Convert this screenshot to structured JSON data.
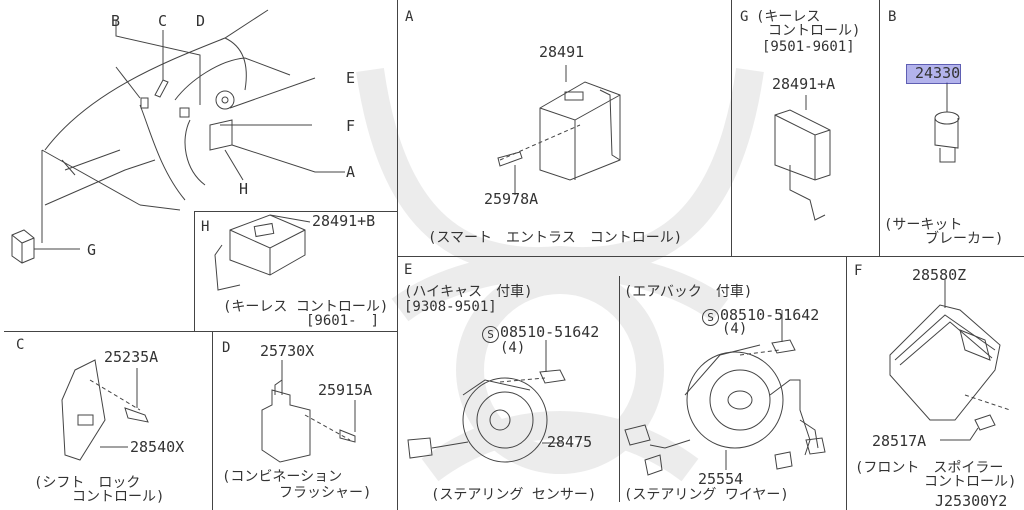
{
  "diagram_code": "J25300Y2",
  "overview": {
    "callouts": [
      "B",
      "C",
      "D",
      "E",
      "F",
      "A",
      "H",
      "G"
    ]
  },
  "sections": {
    "A": {
      "letter": "A",
      "parts": [
        "28491",
        "25978A"
      ],
      "caption": "(スマート　エントラス　コントロール)"
    },
    "G": {
      "letter": "G",
      "caption_line1": "(キーレス",
      "caption_line2": "コントロール)",
      "date_range": "[9501-9601]",
      "parts": [
        "28491+A"
      ]
    },
    "B": {
      "letter": "B",
      "parts": [
        "24330"
      ],
      "highlighted_part": "24330",
      "highlight_color": "#9a9ae6",
      "caption_line1": "(サーキット",
      "caption_line2": "ブレーカー)"
    },
    "H": {
      "letter": "H",
      "parts": [
        "28491+B"
      ],
      "caption": "(キーレス コントロール)",
      "date_range": "[9601-　]"
    },
    "C": {
      "letter": "C",
      "parts": [
        "25235A",
        "28540X"
      ],
      "caption_line1": "(シフト　ロック",
      "caption_line2": "コントロール)"
    },
    "D": {
      "letter": "D",
      "parts": [
        "25730X",
        "25915A"
      ],
      "caption_line1": "(コンビネーション",
      "caption_line2": "フラッシャー)"
    },
    "E": {
      "letter": "E",
      "left": {
        "heading": "(ハイキャス　付車)",
        "date_range": "[9308-9501]",
        "std_mark": "S",
        "screw_part": "08510-51642",
        "screw_qty": "(4)",
        "part": "28475",
        "caption": "(ステアリング センサー)"
      },
      "right": {
        "heading": "(エアバック　付車)",
        "std_mark": "S",
        "screw_part": "08510-51642",
        "screw_qty": "(4)",
        "part": "25554",
        "caption": "(ステアリング ワイヤー)"
      }
    },
    "F": {
      "letter": "F",
      "parts": [
        "28580Z",
        "28517A"
      ],
      "caption_line1": "(フロント　スポイラー",
      "caption_line2": "コントロール)"
    }
  }
}
